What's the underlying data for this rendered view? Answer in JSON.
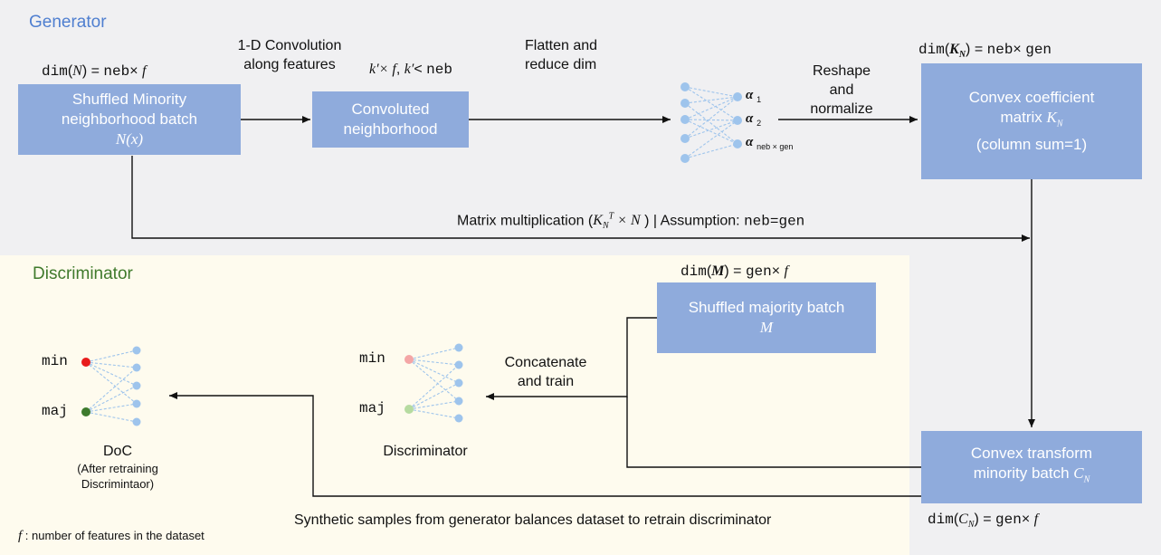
{
  "generator": {
    "title": "Generator",
    "dim_n": "dim(N) = neb × f",
    "box_shuffled_minority": {
      "line1": "Shuffled Minority",
      "line2": "neighborhood batch",
      "math": "N(x)"
    },
    "conv_label": {
      "line1": "1-D Convolution",
      "line2": "along features"
    },
    "conv_dim": "k′× f, k′< neb",
    "box_convoluted": {
      "line1": "Convoluted",
      "line2": "neighborhood"
    },
    "flatten_label": {
      "line1": "Flatten and",
      "line2": "reduce dim"
    },
    "alphas": {
      "a1": "1",
      "a2": "2",
      "a3": "neb × gen",
      "symbol": "α"
    },
    "reshape_label": {
      "line1": "Reshape",
      "line2": "and",
      "line3": "normalize"
    },
    "dim_k": "dim(K_N) = neb × gen",
    "box_convex_coef": {
      "line1": "Convex coefficient",
      "line2": "matrix K_N",
      "line3": "(column sum=1)"
    },
    "matmul_label": "Matrix multiplication (K_N^T × N ) | Assumption: neb=gen"
  },
  "discriminator": {
    "title": "Discriminator",
    "dim_m": "dim(M) = gen × f",
    "box_shuffled_majority": {
      "line1": "Shuffled majority batch",
      "math": "M"
    },
    "concat_label": {
      "line1": "Concatenate",
      "line2": "and train"
    },
    "disc_net_label": "Discriminator",
    "node_min": "min",
    "node_maj": "maj",
    "doc_label": {
      "line1": "DoC",
      "line2": "(After retraining",
      "line3": "Discrimintaor)"
    },
    "box_convex_transform": {
      "line1": "Convex transform",
      "line2": "minority batch C_N"
    },
    "dim_c": "dim(C_N) = gen × f",
    "synthetic_label": "Synthetic samples from generator balances dataset to retrain discriminator",
    "footnote": "f : number of features in the dataset"
  },
  "colors": {
    "box_fill": "#8fabdc",
    "generator_title": "#4f7fd0",
    "discriminator_title": "#3f7a2c",
    "node_blue": "#9ec4ec",
    "min_red": "#e81c1c",
    "min_pink": "#f4a6a6",
    "maj_dark_green": "#3d7a2d",
    "maj_light_green": "#b6dba0"
  }
}
